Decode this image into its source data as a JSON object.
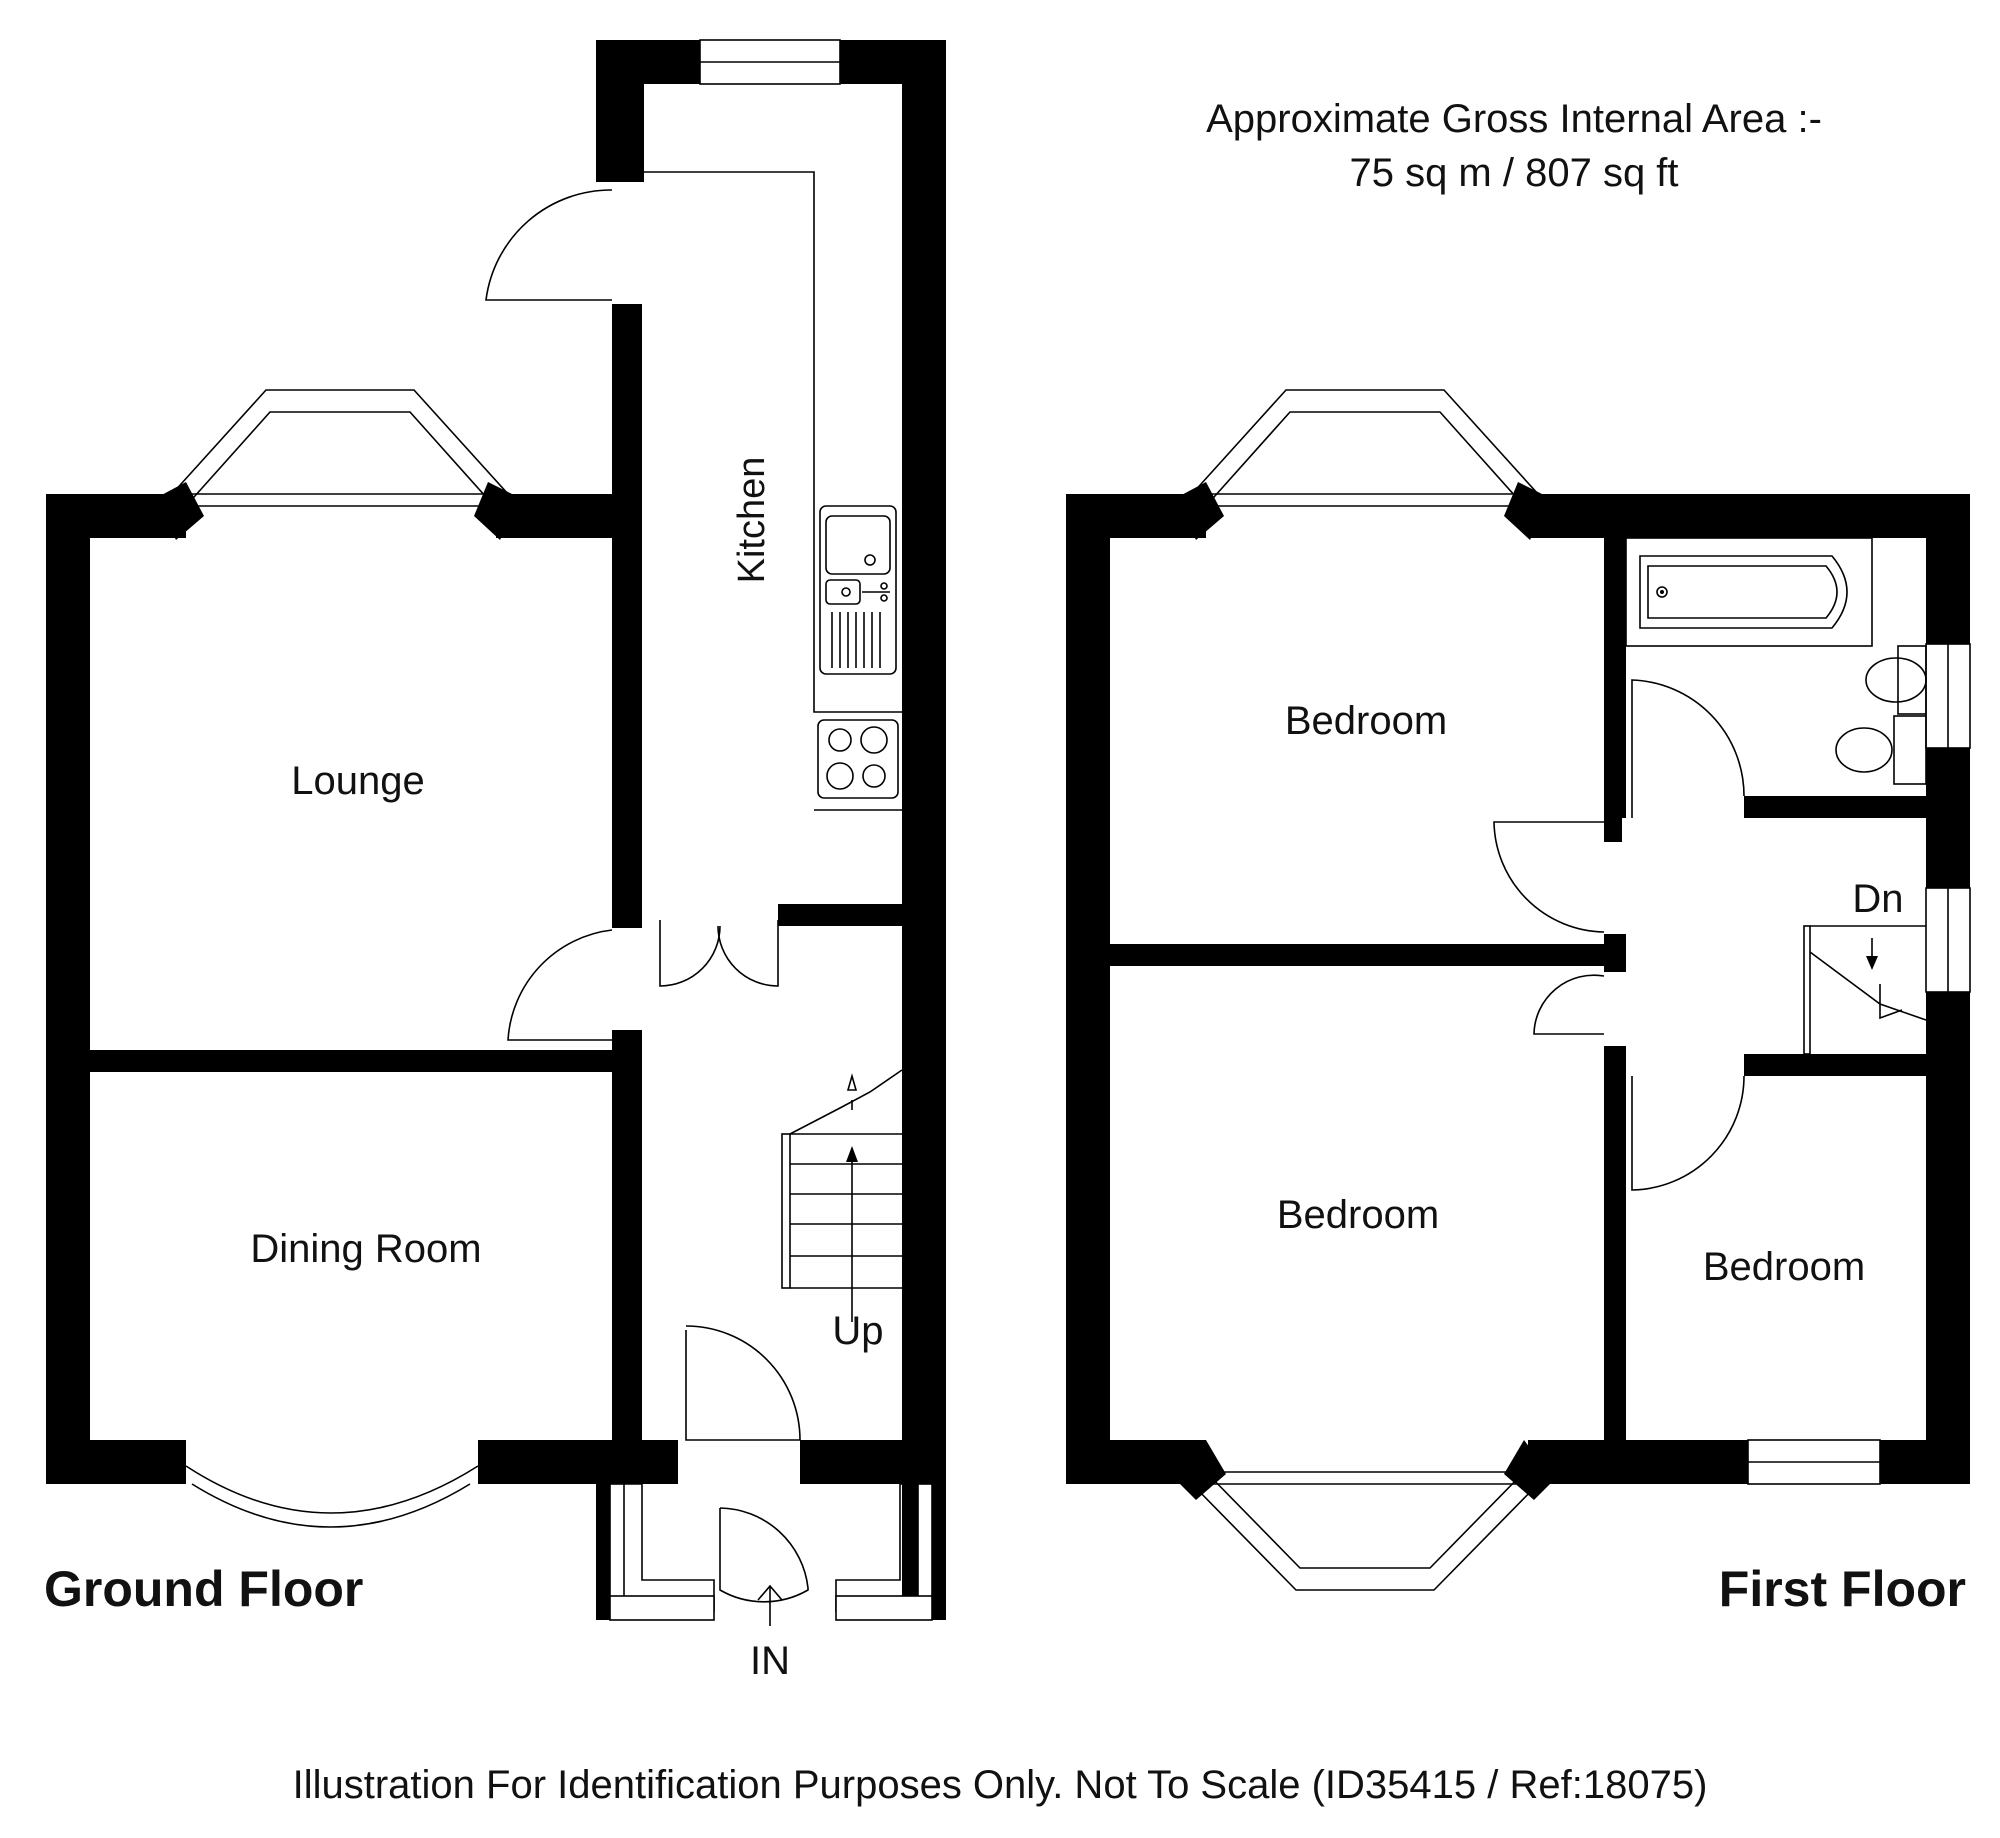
{
  "area": {
    "line1": "Approximate Gross Internal Area :-",
    "line2": "75 sq m / 807 sq ft"
  },
  "floors": {
    "ground": {
      "title": "Ground Floor",
      "rooms": {
        "kitchen": "Kitchen",
        "lounge": "Lounge",
        "dining": "Dining Room"
      },
      "up": "Up",
      "entrance": "IN"
    },
    "first": {
      "title": "First Floor",
      "rooms": {
        "bedroom1": "Bedroom",
        "bedroom2": "Bedroom",
        "bedroom3": "Bedroom"
      },
      "down": "Dn"
    }
  },
  "footer": "Illustration For Identification Purposes Only. Not To Scale (ID35415 / Ref:18075)"
}
